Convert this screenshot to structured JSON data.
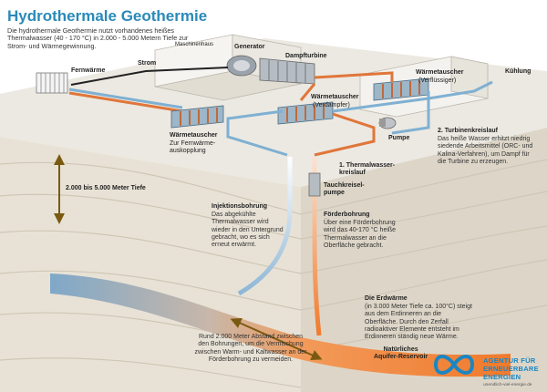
{
  "title": "Hydrothermale Geothermie",
  "intro": "Die hydrothermale Geothermie nutzt vorhandenes heißes Thermalwasser (40 - 170 °C) in 2.000 - 5.000 Metern Tiefe zur Strom- und Wärmegewinnung.",
  "labels": {
    "maschinenhaus": "Maschinenhaus",
    "generator": "Generator",
    "dampfturbine": "Dampfturbine",
    "fernwaerme": "Fernwärme",
    "strom": "Strom",
    "kuehlung": "Kühlung",
    "wt_verfluessiger_title": "Wärmetauscher",
    "wt_verfluessiger_sub": "(Verflüssiger)",
    "wt_verdampfer_title": "Wärmetauscher",
    "wt_verdampfer_sub": "(Verdampfer)",
    "wt_fernwaerme_title": "Wärmetauscher",
    "wt_fernwaerme_sub": "Zur Fernwärme-\nauskopplung",
    "pumpe": "Pumpe",
    "turbinenkreislauf_title": "2. Turbinenkreislauf",
    "turbinenkreislauf_desc": "Das heiße Wasser erhitzt niedrig siedende Arbeitsmittel (ORC- und Kalina-Verfahren), um Dampf für die Turbine zu erzeugen.",
    "thermalwasserkreislauf": "1. Thermalwasser-\nkreislauf",
    "tiefe": "2.000 bis 5.000 Meter Tiefe",
    "tauchkreiselpumpe": "Tauchkreisel-\npumpe",
    "injektion_title": "Injektionsbohrung",
    "injektion_desc": "Das abgekühlte Thermalwasser wird wieder in den Untergrund gebracht, wo es sich erneut erwärmt.",
    "foerder_title": "Förderbohrung",
    "foerder_desc": "Über eine Förderbohrung wird das 40-170 °C heiße Thermalwasser an die Oberfläche gebracht.",
    "abstand_desc": "Rund 2.000 Meter Abstand zwischen den Bohrungen, um die Vermischung zwischen Warm- und Kaltwasser an der Förderbohrung zu vermeiden.",
    "erdwaerme_title": "Die Erdwärme",
    "erdwaerme_desc": "(in 3.000 Meter Tiefe ca. 100°C) steigt aus dem Erdinneren an die Oberfläche. Durch den Zerfall radioaktiver Elemente entsteht im Erdinneren ständig neue Wärme.",
    "reservoir": "Natürliches\nAquifer-Reservoir"
  },
  "logo": {
    "line1": "AGENTUR FÜR",
    "line2": "ERNEUERBARE",
    "line3": "ENERGIEN",
    "url": "unendlich-viel-energie.de"
  },
  "colors": {
    "title": "#2a8ab8",
    "hot_pipe": "#e0763a",
    "cold_pipe": "#7fb0d2",
    "reservoir": "#f07a2c",
    "arrow": "#7a5a10"
  }
}
